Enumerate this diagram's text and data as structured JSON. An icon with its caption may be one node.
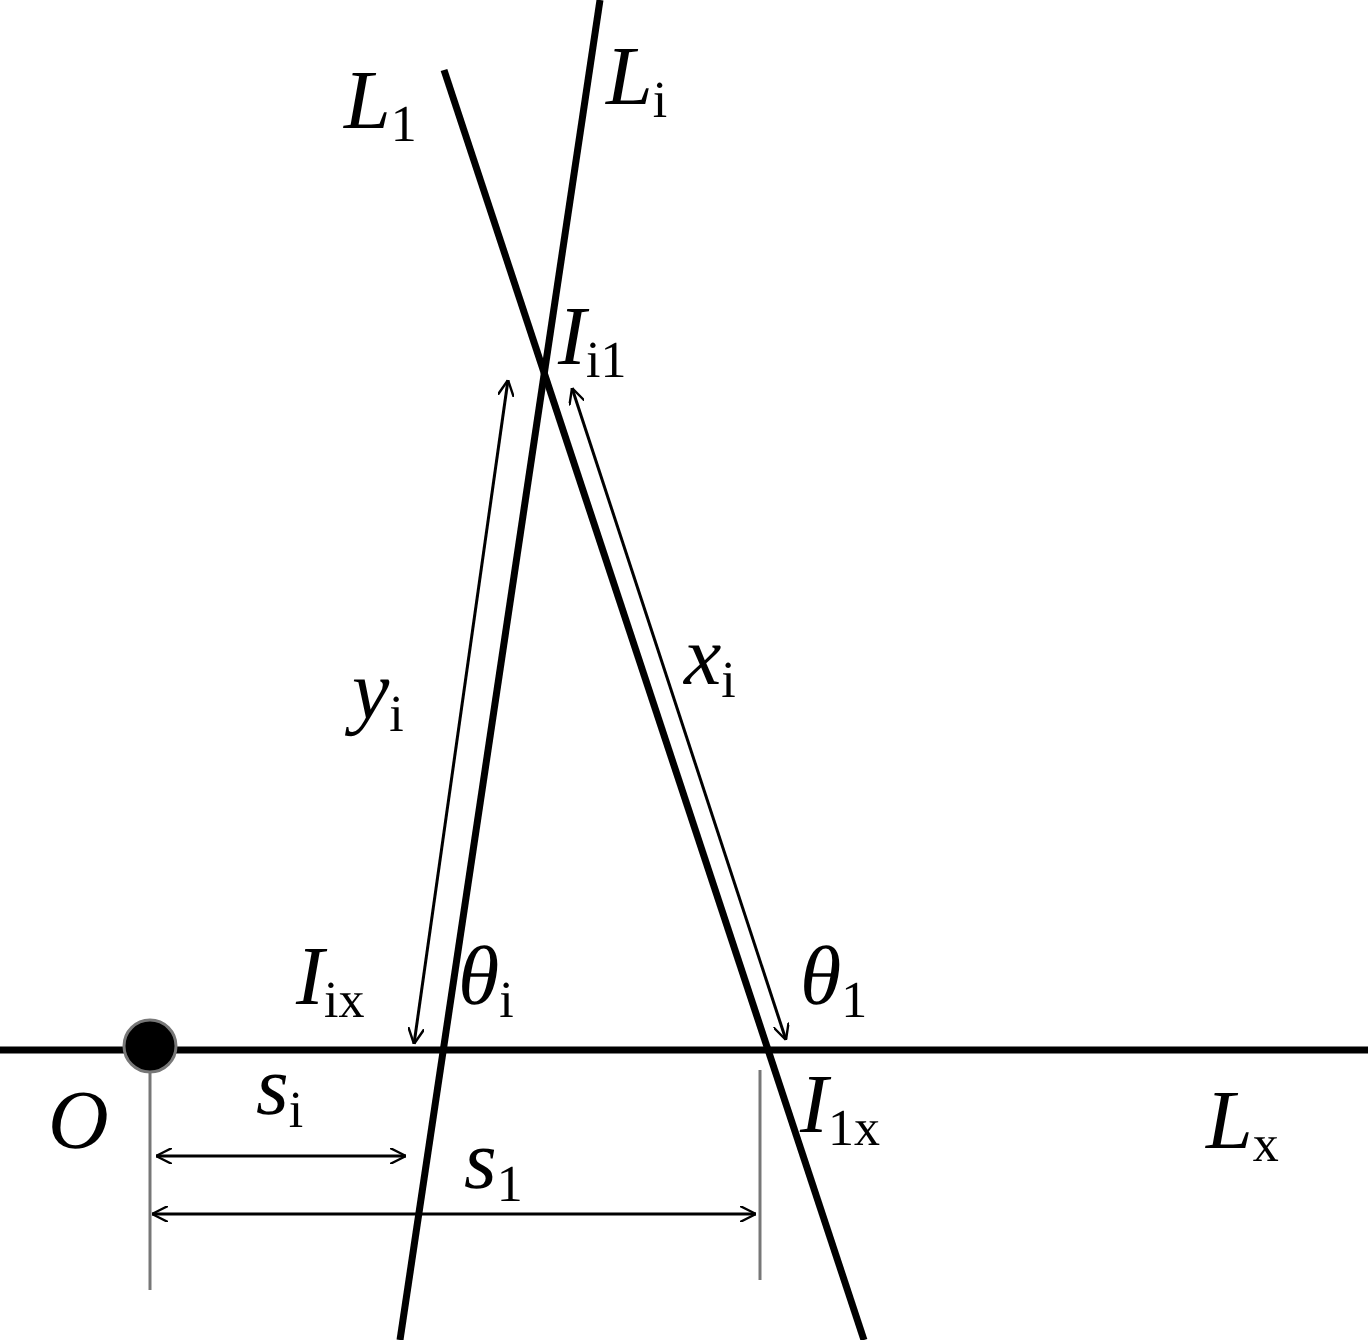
{
  "diagram": {
    "labels": [
      "*L*$_{1}$",
      "*L*$_{i}$",
      "*I*$_{i1}$",
      "*y*$_{i}$",
      "*x*$_{i}$",
      "*I*$_{ix}$",
      "*θ*$_{i}$",
      "*θ*$_{1}$",
      "*O*",
      "*s*$_{i}$",
      "*s*$_{1}$",
      "*I*$_{1x}$",
      "*L*$_{x}$"
    ]
  }
}
